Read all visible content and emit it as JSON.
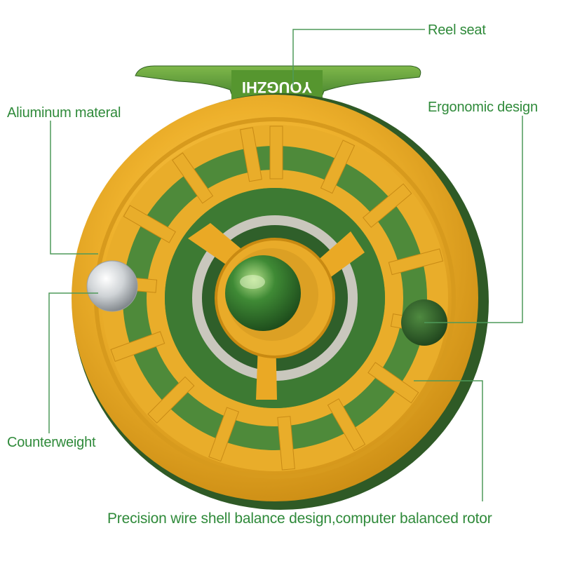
{
  "brand_text": "YOUGZHI",
  "labels": {
    "reel_seat": "Reel seat",
    "aluminum": "Aliuminum materal",
    "ergonomic": "Ergonomic design",
    "counterweight": "Counterweight",
    "precision": "Precision wire shell balance design,computer balanced rotor"
  },
  "colors": {
    "label_text": "#2f8a3a",
    "leader_line": "#4f9a5a",
    "gold": "#e6a723",
    "green": "#3f7a33"
  }
}
